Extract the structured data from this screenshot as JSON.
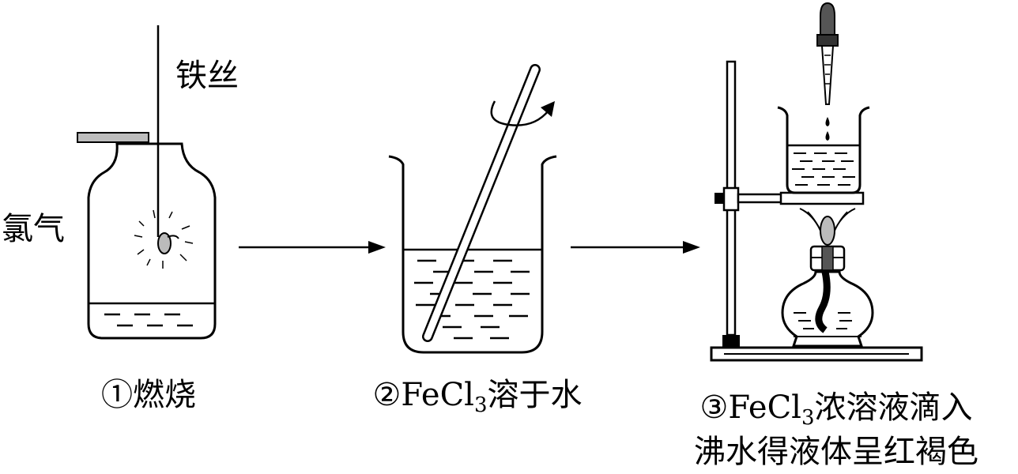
{
  "labels": {
    "iron_wire": "铁丝",
    "chlorine": "氯气"
  },
  "captions": {
    "step1": {
      "mark": "①",
      "text": "燃烧"
    },
    "step2": {
      "mark": "②",
      "pre": "FeCl",
      "sub": "3",
      "post": "溶于水"
    },
    "step3": {
      "mark": "③",
      "pre": "FeCl",
      "sub": "3",
      "post": "浓溶液滴入",
      "line2": "沸水得液体呈红褐色"
    }
  }
}
